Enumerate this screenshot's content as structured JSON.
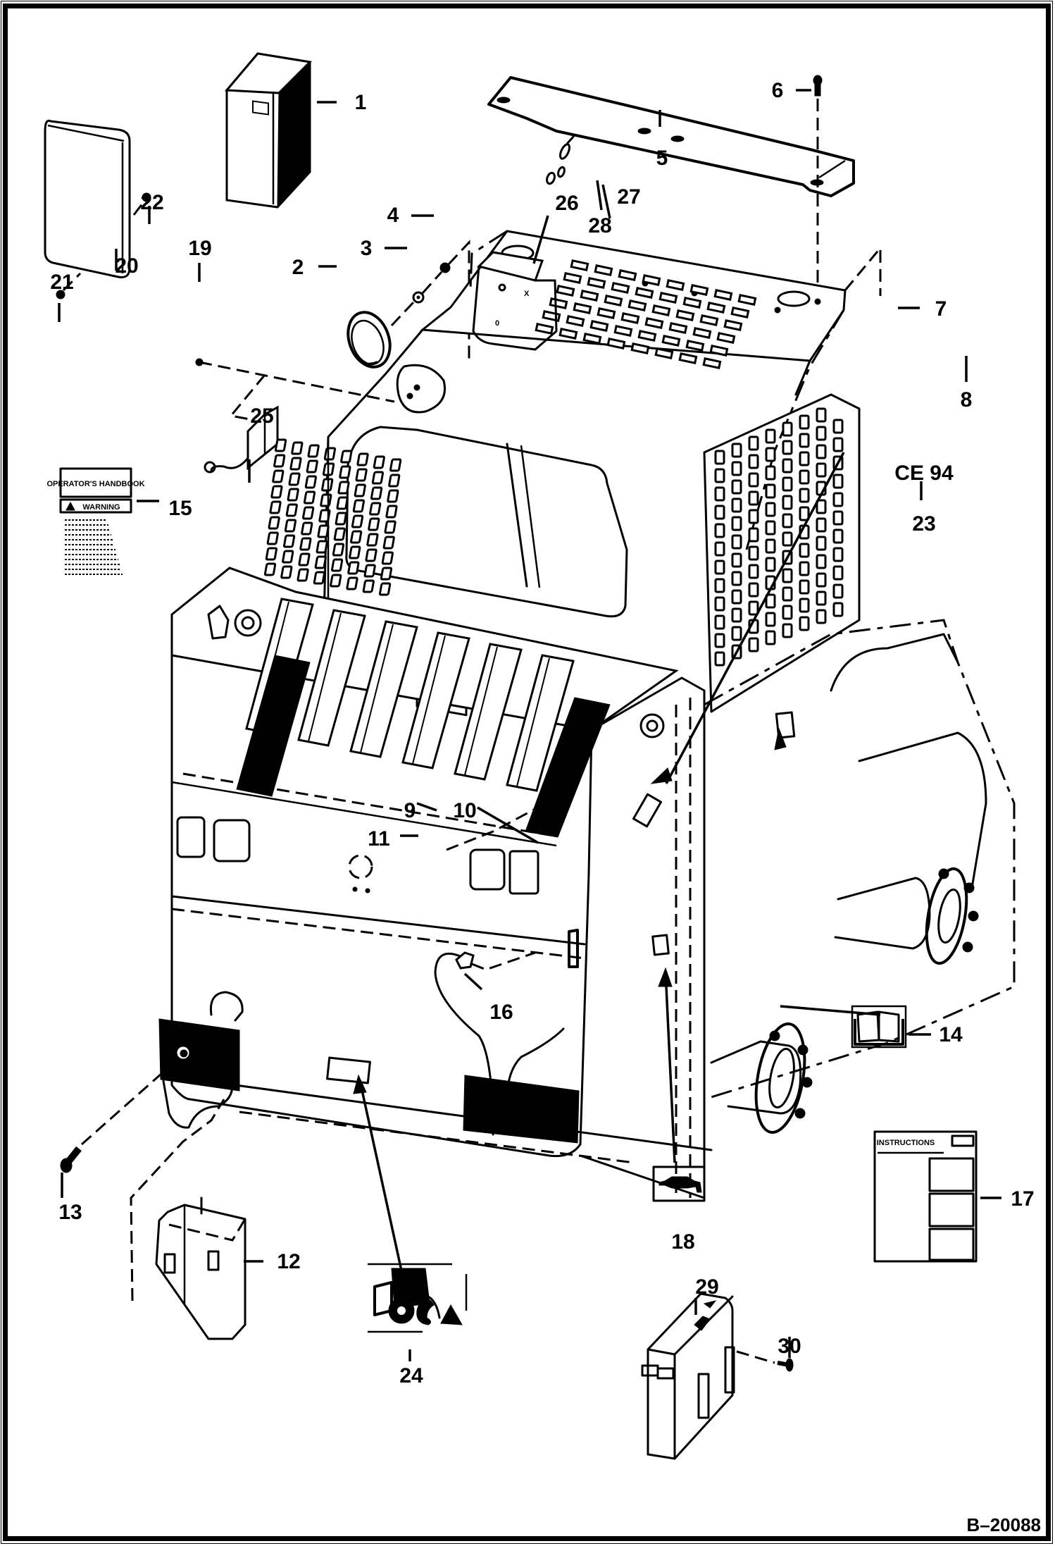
{
  "diagram": {
    "figure_id": "B–20088",
    "type": "exploded parts view",
    "subject": "skid-steer loader operator cab and main frame"
  },
  "callouts": [
    {
      "id": "callout-1",
      "label": "1",
      "part": "battery"
    },
    {
      "id": "callout-2",
      "label": "2",
      "part": "dome light lens"
    },
    {
      "id": "callout-3",
      "label": "3",
      "part": "washer"
    },
    {
      "id": "callout-4",
      "label": "4",
      "part": "nut"
    },
    {
      "id": "callout-5",
      "label": "5",
      "part": "top bracket bar"
    },
    {
      "id": "callout-6",
      "label": "6",
      "part": "bolt"
    },
    {
      "id": "callout-7",
      "label": "7",
      "part": "nut"
    },
    {
      "id": "callout-8",
      "label": "8",
      "part": "washer"
    },
    {
      "id": "callout-9",
      "label": "9",
      "part": "nut"
    },
    {
      "id": "callout-10",
      "label": "10",
      "part": "bolt"
    },
    {
      "id": "callout-11",
      "label": "11",
      "part": "bracket"
    },
    {
      "id": "callout-12",
      "label": "12",
      "part": "step bracket"
    },
    {
      "id": "callout-13",
      "label": "13",
      "part": "bolt"
    },
    {
      "id": "callout-14",
      "label": "14",
      "part": "operator manual decal"
    },
    {
      "id": "callout-15",
      "label": "15",
      "part": "warning decal"
    },
    {
      "id": "callout-16",
      "label": "16",
      "part": "clip"
    },
    {
      "id": "callout-17",
      "label": "17",
      "part": "instructions decal"
    },
    {
      "id": "callout-18",
      "label": "18",
      "part": "muffler decal"
    },
    {
      "id": "callout-19",
      "label": "19",
      "part": "screw"
    },
    {
      "id": "callout-20",
      "label": "20",
      "part": "cover pad"
    },
    {
      "id": "callout-21",
      "label": "21",
      "part": "screw"
    },
    {
      "id": "callout-22",
      "label": "22",
      "part": "screw"
    },
    {
      "id": "callout-23",
      "label": "23",
      "part": "CE decal"
    },
    {
      "id": "callout-24",
      "label": "24",
      "part": "loader silhouette decal"
    },
    {
      "id": "callout-25",
      "label": "25",
      "part": "light / switch"
    },
    {
      "id": "callout-26",
      "label": "26",
      "part": "bracket"
    },
    {
      "id": "callout-27",
      "label": "27",
      "part": "clip"
    },
    {
      "id": "callout-28",
      "label": "28",
      "part": "clip"
    },
    {
      "id": "callout-29",
      "label": "29",
      "part": "tool box"
    },
    {
      "id": "callout-30",
      "label": "30",
      "part": "screw"
    }
  ],
  "annotations": {
    "ce_mark": "CE 94"
  },
  "decals": {
    "warning_decal": {
      "header": "OPERATOR'S HANDBOOK",
      "title": "WARNING"
    },
    "instructions_decal": {
      "title": "INSTRUCTIONS"
    }
  }
}
